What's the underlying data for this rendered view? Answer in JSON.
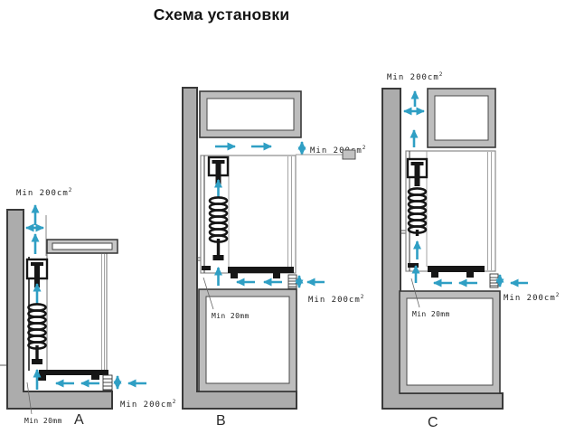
{
  "title": "Схема установки",
  "labels": {
    "min_ventilation_area": "Min 200cm",
    "min_ventilation_area_exponent": "2",
    "min_clearance": "Min 20mm"
  },
  "diagrams": [
    {
      "letter": "A"
    },
    {
      "letter": "B"
    },
    {
      "letter": "C"
    }
  ],
  "colors": {
    "airflow_arrow": "#2F9FC4",
    "wall_fill": "#ACACAC",
    "cabinet_fill": "#BDBDBD",
    "outline": "#161616"
  }
}
